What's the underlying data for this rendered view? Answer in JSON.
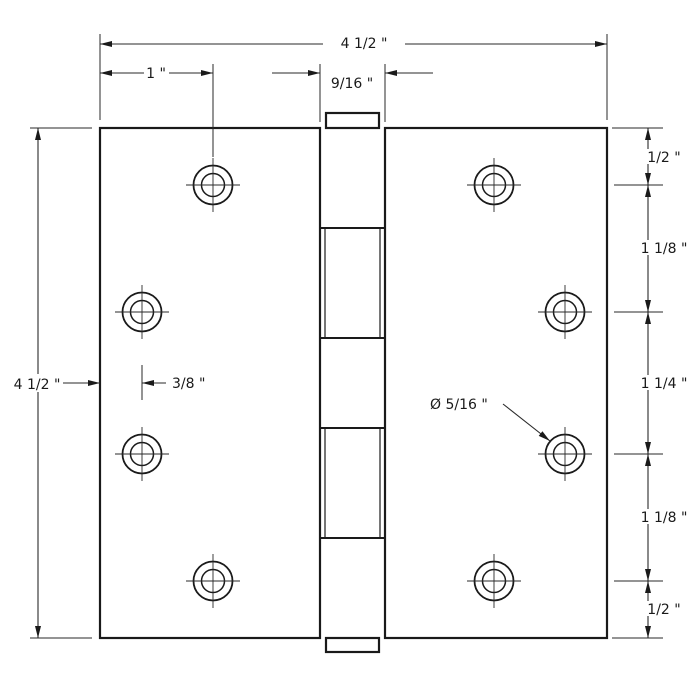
{
  "drawing": {
    "labels": {
      "overall_width": "4 1/2 \"",
      "overall_height": "4 1/2 \"",
      "hole_inset": "1 \"",
      "knuckle_width": "9/16 \"",
      "edge_offset": "3/8 \"",
      "hole_diameter": "Ø 5/16 \"",
      "right_spacings": [
        "1/2 \"",
        "1 1/8 \"",
        "1 1/4 \"",
        "1 1/8 \"",
        "1/2 \""
      ]
    },
    "colors": {
      "line": "#1a1a1a",
      "background": "#ffffff"
    }
  }
}
